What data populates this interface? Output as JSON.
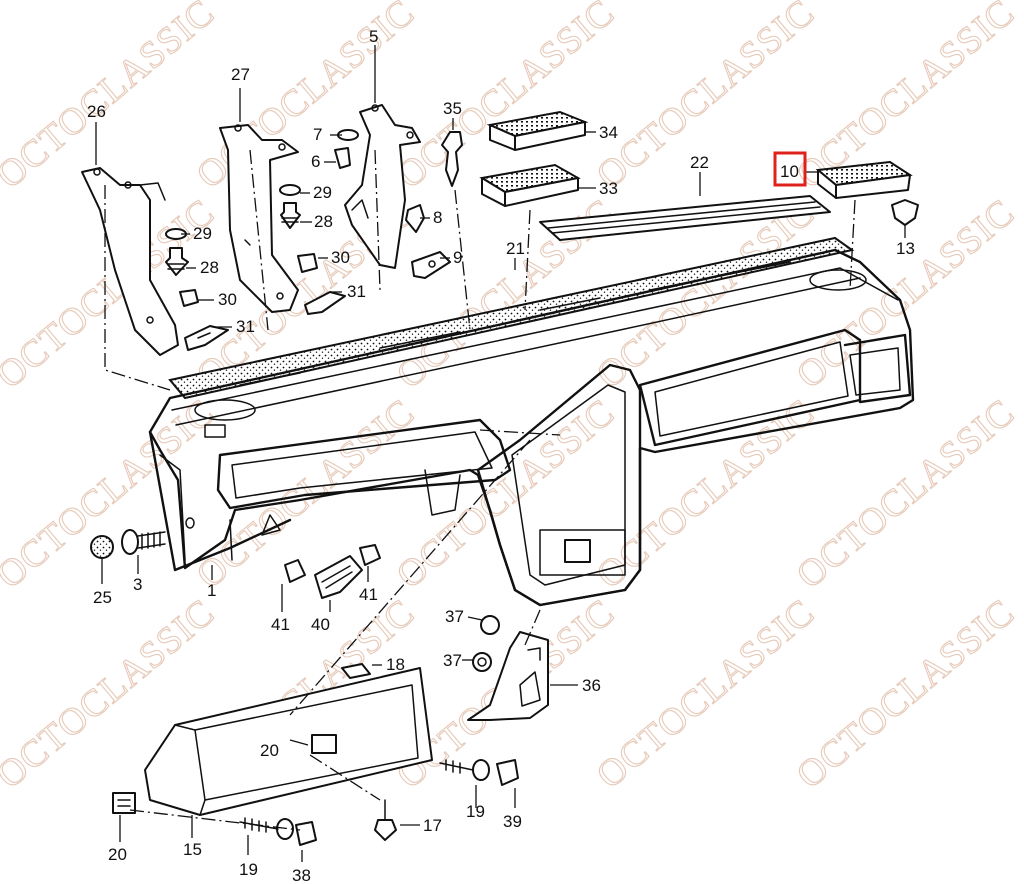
{
  "watermark": {
    "text": "OCTOCLASSIC"
  },
  "labels": {
    "l1": "1",
    "l3": "3",
    "l5": "5",
    "l6": "6",
    "l7": "7",
    "l8": "8",
    "l9": "9",
    "l10": "10",
    "l13": "13",
    "l15": "15",
    "l17": "17",
    "l18": "18",
    "l19a": "19",
    "l19b": "19",
    "l20a": "20",
    "l20b": "20",
    "l21": "21",
    "l22": "22",
    "l25": "25",
    "l26": "26",
    "l27": "27",
    "l28a": "28",
    "l28b": "28",
    "l29a": "29",
    "l29b": "29",
    "l30a": "30",
    "l30b": "30",
    "l31a": "31",
    "l31b": "31",
    "l33": "33",
    "l34": "34",
    "l35": "35",
    "l36": "36",
    "l37a": "37",
    "l37b": "37",
    "l38": "38",
    "l39": "39",
    "l40": "40",
    "l41a": "41",
    "l41b": "41"
  },
  "highlight": {
    "part": "10",
    "color": "#e0201b"
  }
}
